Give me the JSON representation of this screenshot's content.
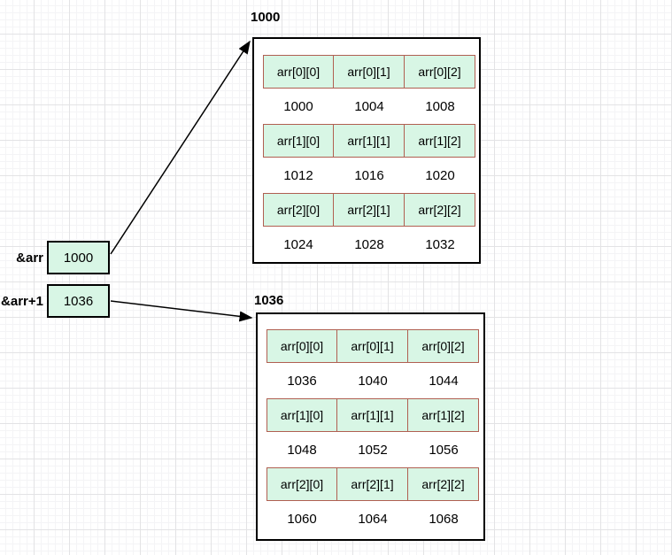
{
  "colors": {
    "cell_fill": "#d8f6e5",
    "cell_border": "#b05f51",
    "box_border": "#000000",
    "arrow": "#000000",
    "grid_major": "#e3e3e5",
    "grid_minor": "#f4f4f6"
  },
  "pointers": [
    {
      "label": "&arr",
      "value": "1000"
    },
    {
      "label": "&arr+1",
      "value": "1036"
    }
  ],
  "memory_blocks": [
    {
      "title": "1000",
      "rows": [
        {
          "cells": [
            "arr[0][0]",
            "arr[0][1]",
            "arr[0][2]"
          ],
          "addresses": [
            "1000",
            "1004",
            "1008"
          ]
        },
        {
          "cells": [
            "arr[1][0]",
            "arr[1][1]",
            "arr[1][2]"
          ],
          "addresses": [
            "1012",
            "1016",
            "1020"
          ]
        },
        {
          "cells": [
            "arr[2][0]",
            "arr[2][1]",
            "arr[2][2]"
          ],
          "addresses": [
            "1024",
            "1028",
            "1032"
          ]
        }
      ]
    },
    {
      "title": "1036",
      "rows": [
        {
          "cells": [
            "arr[0][0]",
            "arr[0][1]",
            "arr[0][2]"
          ],
          "addresses": [
            "1036",
            "1040",
            "1044"
          ]
        },
        {
          "cells": [
            "arr[1][0]",
            "arr[1][1]",
            "arr[1][2]"
          ],
          "addresses": [
            "1048",
            "1052",
            "1056"
          ]
        },
        {
          "cells": [
            "arr[2][0]",
            "arr[2][1]",
            "arr[2][2]"
          ],
          "addresses": [
            "1060",
            "1064",
            "1068"
          ]
        }
      ]
    }
  ]
}
